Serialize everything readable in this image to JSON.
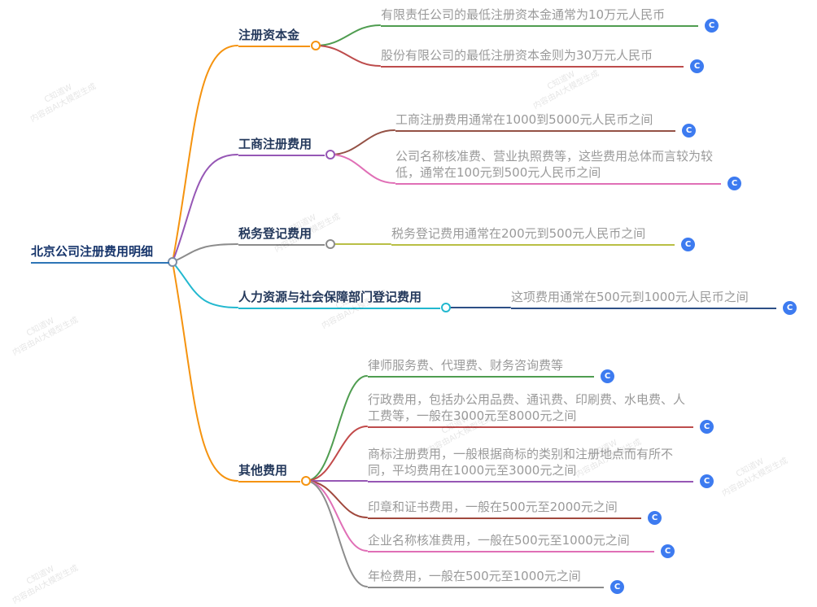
{
  "watermark": {
    "line1": "C知道W",
    "line2": "内容由AI大模型生成"
  },
  "icons": {
    "node_button": "C"
  },
  "palette": {
    "node_button_blue": "#3d7bf0",
    "root_underline_blue": "#2e75b6",
    "orange": "#f5930f",
    "green": "#4f9d50",
    "red": "#bd4c4c",
    "purple": "#9657b5",
    "brown": "#945145",
    "pink": "#e06fb6",
    "gray": "#8c8c8c",
    "olive": "#b9bf45",
    "cyan": "#22b8cf",
    "navy": "#2d4f86",
    "dark_red": "#a0483d",
    "leaf_text_gray": "#9a9a9a",
    "label_text_navy": "#24395c"
  },
  "mindmap": {
    "root": {
      "label": "北京公司注册费用明细"
    },
    "branches": [
      {
        "label": "注册资本金",
        "children": [
          {
            "text": "有限责任公司的最低注册资本金通常为10万元人民币"
          },
          {
            "text": "股份有限公司的最低注册资本金则为30万元人民币"
          }
        ]
      },
      {
        "label": "工商注册费用",
        "children": [
          {
            "text": "工商注册费用通常在1000到5000元人民币之间"
          },
          {
            "text": "公司名称核准费、营业执照费等，这些费用总体而言较为较低，通常在100元到500元人民币之间"
          }
        ]
      },
      {
        "label": "税务登记费用",
        "children": [
          {
            "text": "税务登记费用通常在200元到500元人民币之间"
          }
        ]
      },
      {
        "label": "人力资源与社会保障部门登记费用",
        "children": [
          {
            "text": "这项费用通常在500元到1000元人民币之间"
          }
        ]
      },
      {
        "label": "其他费用",
        "children": [
          {
            "text": "律师服务费、代理费、财务咨询费等"
          },
          {
            "text": "行政费用，包括办公用品费、通讯费、印刷费、水电费、人工费等，一般在3000元至8000元之间"
          },
          {
            "text": "商标注册费用，一般根据商标的类别和注册地点而有所不同，平均费用在1000元至3000元之间"
          },
          {
            "text": "印章和证书费用，一般在500元至2000元之间"
          },
          {
            "text": "企业名称核准费用，一般在500元至1000元之间"
          },
          {
            "text": "年检费用，一般在500元至1000元之间"
          }
        ]
      }
    ]
  }
}
